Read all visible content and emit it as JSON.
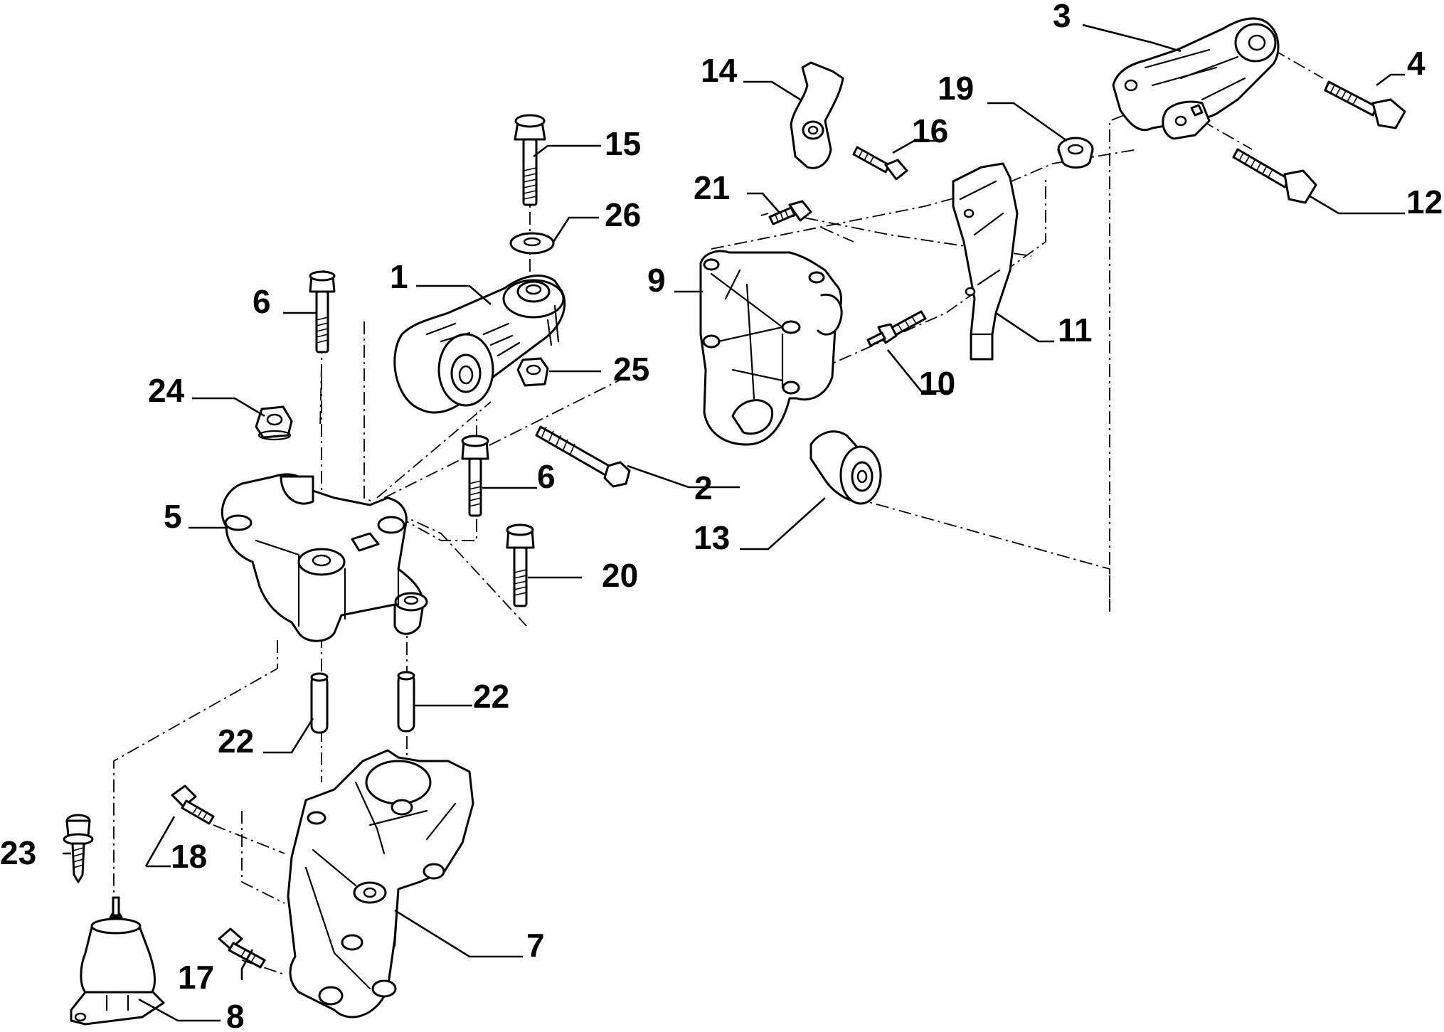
{
  "callouts": [
    {
      "id": "c1",
      "label": "1"
    },
    {
      "id": "c2",
      "label": "2"
    },
    {
      "id": "c3",
      "label": "3"
    },
    {
      "id": "c4",
      "label": "4"
    },
    {
      "id": "c5",
      "label": "5"
    },
    {
      "id": "c6a",
      "label": "6"
    },
    {
      "id": "c6b",
      "label": "6"
    },
    {
      "id": "c7",
      "label": "7"
    },
    {
      "id": "c8",
      "label": "8"
    },
    {
      "id": "c9",
      "label": "9"
    },
    {
      "id": "c10",
      "label": "10"
    },
    {
      "id": "c11",
      "label": "11"
    },
    {
      "id": "c12",
      "label": "12"
    },
    {
      "id": "c13",
      "label": "13"
    },
    {
      "id": "c14",
      "label": "14"
    },
    {
      "id": "c15",
      "label": "15"
    },
    {
      "id": "c16",
      "label": "16"
    },
    {
      "id": "c17",
      "label": "17"
    },
    {
      "id": "c18",
      "label": "18"
    },
    {
      "id": "c19",
      "label": "19"
    },
    {
      "id": "c20",
      "label": "20"
    },
    {
      "id": "c21",
      "label": "21"
    },
    {
      "id": "c22a",
      "label": "22"
    },
    {
      "id": "c22b",
      "label": "22"
    },
    {
      "id": "c23",
      "label": "23"
    },
    {
      "id": "c24",
      "label": "24"
    },
    {
      "id": "c25",
      "label": "25"
    },
    {
      "id": "c26",
      "label": "26"
    }
  ]
}
